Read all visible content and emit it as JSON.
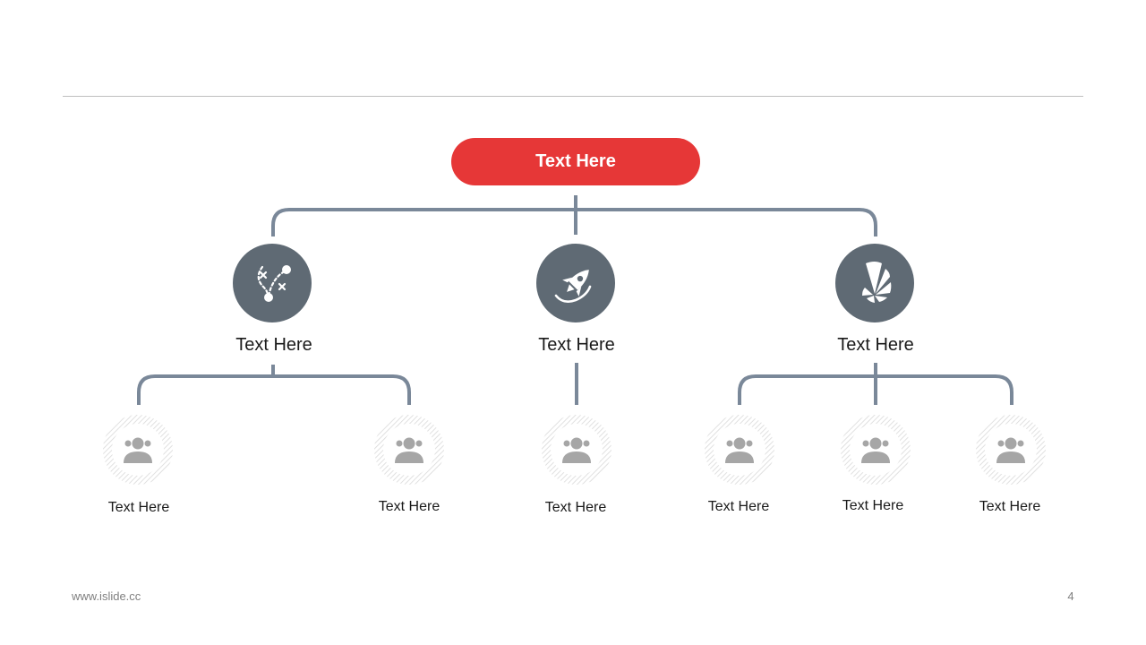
{
  "root": {
    "label": "Text Here"
  },
  "branches": [
    {
      "label": "Text Here",
      "icon": "strategy-icon"
    },
    {
      "label": "Text Here",
      "icon": "rocket-icon"
    },
    {
      "label": "Text Here",
      "icon": "pie-chart-icon"
    }
  ],
  "leaves": [
    {
      "label": "Text Here",
      "icon": "people-icon"
    },
    {
      "label": "Text Here",
      "icon": "people-icon"
    },
    {
      "label": "Text Here",
      "icon": "people-icon"
    },
    {
      "label": "Text Here",
      "icon": "people-icon"
    },
    {
      "label": "Text Here",
      "icon": "people-icon"
    },
    {
      "label": "Text Here",
      "icon": "people-icon"
    }
  ],
  "footer": {
    "url": "www.islide.cc",
    "page_number": "4"
  },
  "colors": {
    "accent": "#e63737",
    "node": "#5f6a74",
    "connector": "#7a8899",
    "leaf_icon": "#a6a6a6"
  }
}
